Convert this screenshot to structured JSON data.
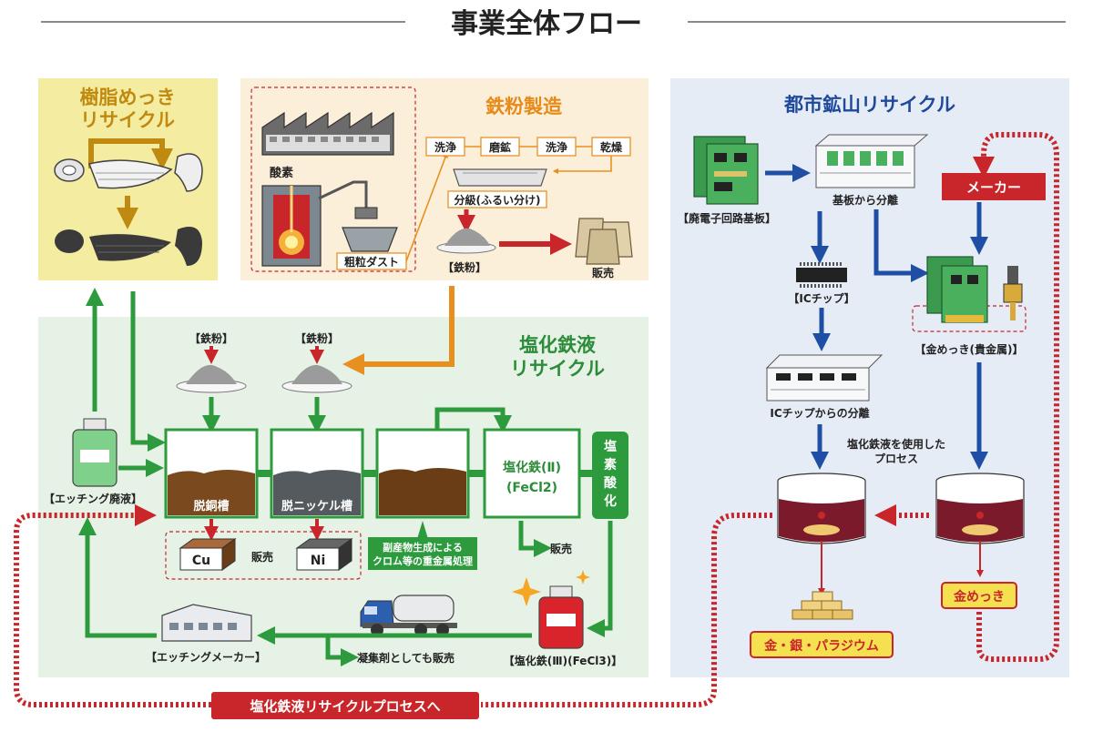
{
  "title": "事業全体フロー",
  "colors": {
    "resin_bg": "#f4eca0",
    "resin_title": "#c08a10",
    "iron_bg": "#fcefd9",
    "iron_title": "#e68a1a",
    "ferric_bg": "#e7f2e6",
    "ferric_title": "#2d8c3a",
    "urban_bg": "#e6ecf6",
    "urban_title": "#1f4a9b",
    "green_arrow": "#2d9a3e",
    "orange_arrow": "#e8901f",
    "blue_arrow": "#1f4fa5",
    "red": "#c8262b"
  },
  "resin": {
    "title_line1": "樹脂めっき",
    "title_line2": "リサイクル"
  },
  "iron": {
    "title": "鉄粉製造",
    "oxygen": "酸素",
    "dust": "粗粒ダスト",
    "steps": [
      "洗浄",
      "磨鉱",
      "洗浄",
      "乾燥"
    ],
    "classify": "分級(ふるい分け)",
    "powder": "【鉄粉】",
    "sale": "販売"
  },
  "ferric": {
    "title_line1": "塩化鉄液",
    "title_line2": "リサイクル",
    "iron_powder_1": "【鉄粉】",
    "iron_powder_2": "【鉄粉】",
    "etching_liquid": "【エッチング廃液】",
    "tank_cu": "脱銅槽",
    "tank_ni": "脱ニッケル槽",
    "fecl2_line1": "塩化鉄(Ⅱ)",
    "fecl2_line2": "(FeCl2)",
    "oxidation": [
      "塩",
      "素",
      "酸",
      "化"
    ],
    "cu": "Cu",
    "ni": "Ni",
    "sale_metals": "販売",
    "byproduct_line1": "副産物生成による",
    "byproduct_line2": "クロム等の重金属処理",
    "sale_fecl2": "販売",
    "etching_maker": "【エッチングメーカー】",
    "coagulant": "凝集剤としても販売",
    "fecl3": "【塩化鉄(Ⅲ)(FeCl3)】"
  },
  "urban": {
    "title": "都市鉱山リサイクル",
    "waste_boards": "【廃電子回路基板】",
    "separate_board": "基板から分離",
    "maker": "メーカー",
    "ic_chip": "【ICチップ】",
    "gold_plating_precious": "【金めっき(貴金属)】",
    "ic_separation": "ICチップからの分離",
    "process_line1": "塩化鉄液を使用した",
    "process_line2": "プロセス",
    "gold_plating": "金めっき",
    "gold_silver_palladium": "金・銀・パラジウム"
  },
  "bottom_banner": "塩化鉄液リサイクルプロセスへ"
}
